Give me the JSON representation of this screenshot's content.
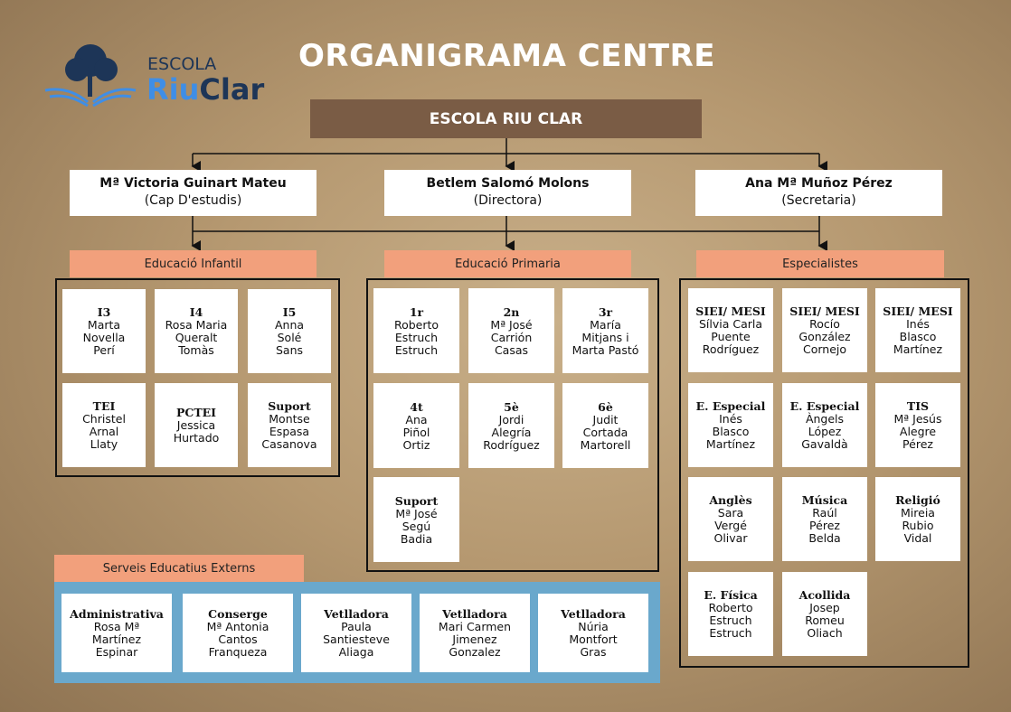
{
  "logo": {
    "line1": "ESCOLA",
    "part_a": "Riu",
    "part_b": "Clar",
    "color_a": "#3f8ee6",
    "color_b": "#1d3557"
  },
  "title": "ORGANIGRAMA CENTRE",
  "school": "ESCOLA RIU CLAR",
  "leaders": [
    {
      "name": "Mª Victoria Guinart Mateu",
      "role": "(Cap D'estudis)"
    },
    {
      "name": "Betlem Salomó Molons",
      "role": "(Directora)"
    },
    {
      "name": "Ana Mª Muñoz Pérez",
      "role": "(Secretaria)"
    }
  ],
  "sections": [
    {
      "title": "Educació Infantil",
      "cards": [
        {
          "role": "I3",
          "name": [
            "Marta",
            "Novella",
            "Perí"
          ]
        },
        {
          "role": "I4",
          "name": [
            "Rosa Maria",
            "Queralt",
            "Tomàs"
          ]
        },
        {
          "role": "I5",
          "name": [
            "Anna",
            "Solé",
            "Sans"
          ]
        },
        {
          "role": "TEI",
          "name": [
            "Christel",
            "Arnal",
            "Llaty"
          ]
        },
        {
          "role": "PCTEI",
          "name": [
            "Jessica",
            "Hurtado"
          ]
        },
        {
          "role": "Suport",
          "name": [
            "Montse",
            "Espasa",
            "Casanova"
          ]
        }
      ]
    },
    {
      "title": "Educació Primaria",
      "cards": [
        {
          "role": "1r",
          "name": [
            "Roberto",
            "Estruch",
            "Estruch"
          ]
        },
        {
          "role": "2n",
          "name": [
            "Mª José",
            "Carrión",
            "Casas"
          ]
        },
        {
          "role": "3r",
          "name": [
            "María",
            "Mitjans i",
            "Marta Pastó"
          ]
        },
        {
          "role": "4t",
          "name": [
            "Ana",
            "Piñol",
            "Ortiz"
          ]
        },
        {
          "role": "5è",
          "name": [
            "Jordi",
            "Alegría",
            "Rodríguez"
          ]
        },
        {
          "role": "6è",
          "name": [
            "Judit",
            "Cortada",
            "Martorell"
          ]
        },
        {
          "role": "Suport",
          "name": [
            "Mª José",
            "Segú",
            "Badia"
          ]
        }
      ]
    },
    {
      "title": "Especialistes",
      "cards": [
        {
          "role": "SIEI/ MESI",
          "name": [
            "Sílvia Carla",
            "Puente",
            "Rodríguez"
          ]
        },
        {
          "role": "SIEI/ MESI",
          "name": [
            "Rocío",
            "González",
            "Cornejo"
          ]
        },
        {
          "role": "SIEI/ MESI",
          "name": [
            "Inés",
            "Blasco",
            "Martínez"
          ]
        },
        {
          "role": "E. Especial",
          "name": [
            "Inés",
            "Blasco",
            "Martínez"
          ]
        },
        {
          "role": "E. Especial",
          "name": [
            "Àngels",
            "López",
            "Gavaldà"
          ]
        },
        {
          "role": "TIS",
          "name": [
            "Mª Jesús",
            "Alegre",
            "Pérez"
          ]
        },
        {
          "role": "Anglès",
          "name": [
            "Sara",
            "Vergé",
            "Olivar"
          ]
        },
        {
          "role": "Música",
          "name": [
            "Raúl",
            "Pérez",
            "Belda"
          ]
        },
        {
          "role": "Religió",
          "name": [
            "Mireia",
            "Rubio",
            "Vidal"
          ]
        },
        {
          "role": "E. Física",
          "name": [
            "Roberto",
            "Estruch",
            "Estruch"
          ]
        },
        {
          "role": "Acollida",
          "name": [
            "Josep",
            "Romeu",
            "Oliach"
          ]
        }
      ]
    },
    {
      "title": "Serveis Educatius Externs",
      "cards": [
        {
          "role": "Administrativa",
          "name": [
            "Rosa Mª",
            "Martínez",
            "Espinar"
          ]
        },
        {
          "role": "Conserge",
          "name": [
            "Mª Antonia",
            "Cantos",
            "Franqueza"
          ]
        },
        {
          "role": "Vetlladora",
          "name": [
            "Paula",
            "Santiesteve",
            "Aliaga"
          ]
        },
        {
          "role": "Vetlladora",
          "name": [
            "Mari Carmen",
            "Jimenez",
            "Gonzalez"
          ]
        },
        {
          "role": "Vetlladora",
          "name": [
            "Núria",
            "Montfort",
            "Gras"
          ]
        }
      ]
    }
  ],
  "colors": {
    "header": "#f2a07c",
    "school": "#7a5c45",
    "externs": "#6aa8cc"
  }
}
